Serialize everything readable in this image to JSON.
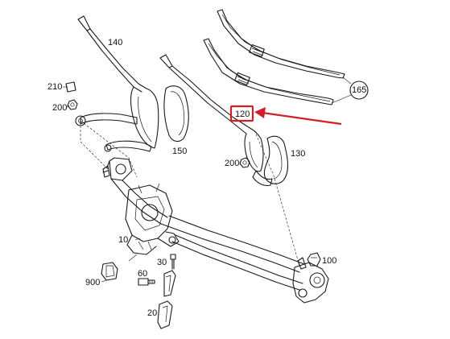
{
  "callouts": {
    "p140": "140",
    "p210": "210",
    "p200a": "200",
    "p150": "150",
    "p120": "120",
    "p165": "165",
    "p130": "130",
    "p200b": "200",
    "p10": "10",
    "p100": "100",
    "p60": "60",
    "p30": "30",
    "p900": "900",
    "p20": "20"
  },
  "colors": {
    "line": "#1a1a1a",
    "highlight": "#d21f26"
  }
}
